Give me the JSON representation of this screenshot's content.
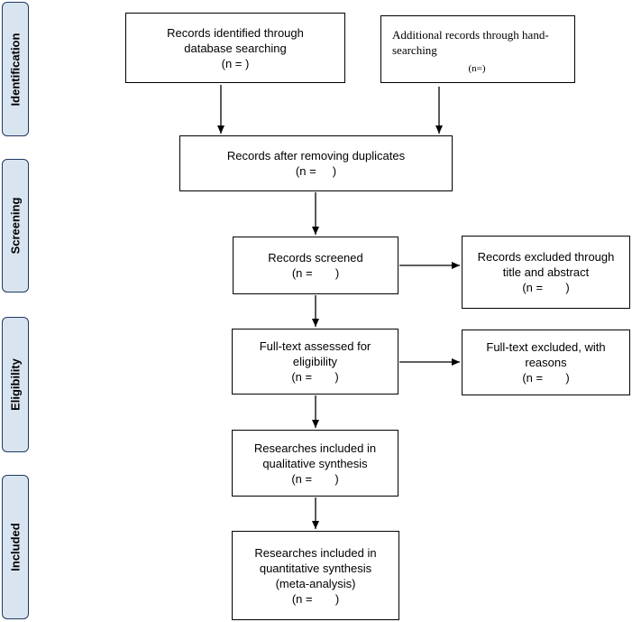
{
  "phases": {
    "identification": "Identification",
    "screening": "Screening",
    "eligibility": "Eligibility",
    "included": "Included"
  },
  "boxes": {
    "database_search": {
      "line1": "Records identified through",
      "line2": "database searching",
      "count": "(n = )"
    },
    "hand_search": {
      "line1": "Additional records through hand-",
      "line2": "searching",
      "count": "(n=)"
    },
    "after_duplicates": {
      "line1": "Records after removing duplicates",
      "count": "(n =     )"
    },
    "screened": {
      "line1": "Records screened",
      "count": "(n =       )"
    },
    "excluded_title": {
      "line1": "Records excluded through",
      "line2": "title and abstract",
      "count": "(n =       )"
    },
    "fulltext_assessed": {
      "line1": "Full-text assessed for",
      "line2": "eligibility",
      "count": "(n =       )"
    },
    "fulltext_excluded": {
      "line1": "Full-text excluded, with",
      "line2": "reasons",
      "count": "(n =       )"
    },
    "qualitative": {
      "line1": "Researches included in",
      "line2": "qualitative synthesis",
      "count": "(n =       )"
    },
    "quantitative": {
      "line1": "Researches included in",
      "line2": "quantitative synthesis",
      "line3": "(meta-analysis)",
      "count": "(n =       )"
    }
  }
}
